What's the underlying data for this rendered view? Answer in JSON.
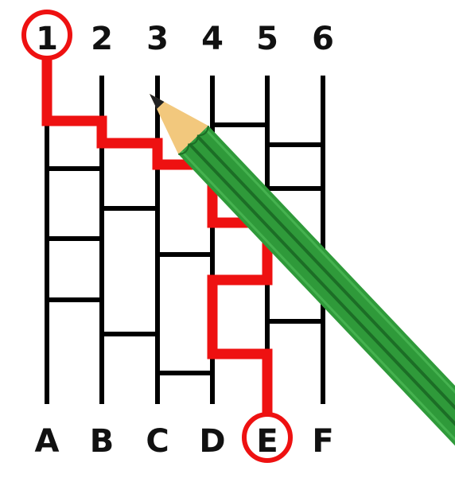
{
  "numbers": [
    "1",
    "2",
    "3",
    "4",
    "5",
    "6"
  ],
  "letters": [
    "A",
    "B",
    "C",
    "D",
    "E",
    "F"
  ],
  "start_label": "1",
  "end_label": "E",
  "colors": {
    "line": "#000000",
    "path": "#ee1111",
    "circle": "#ee1111",
    "pencil_body": "#2f9a3a",
    "pencil_stripe_dark": "#1c6e26",
    "pencil_stripe_light": "#45b24f",
    "pencil_wood": "#f2c87d",
    "pencil_lead": "#222222"
  },
  "icons": [
    "pencil-icon"
  ]
}
